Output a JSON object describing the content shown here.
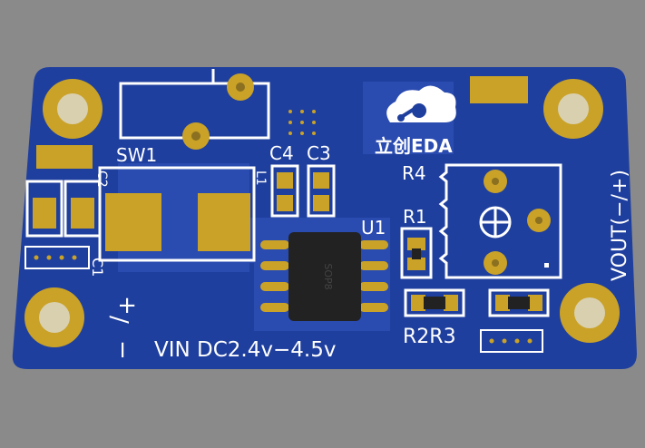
{
  "board": {
    "colors": {
      "background": "#8a8a8a",
      "substrate": "#1f3f9e",
      "copper_pour": "#2a4bb0",
      "pad_gold": "#c9a227",
      "silkscreen": "#ffffff",
      "chip_body": "#222222"
    },
    "logo": {
      "icon": "cloud-logo-icon",
      "text": "立创EDA"
    },
    "labels": {
      "sw1": "SW1",
      "c1": "C1",
      "c2": "C2",
      "c3": "C3",
      "c4": "C4",
      "l1": "L1",
      "u1": "U1",
      "r1": "R1",
      "r2r3": "R2R3",
      "r4": "R4",
      "chip_package": "SOP8",
      "polarity_plus": "+",
      "polarity_slash": "/",
      "polarity_minus": "−",
      "vin": "VIN DC2.4v−4.5v",
      "vout": "VOUT(−/+)"
    }
  }
}
